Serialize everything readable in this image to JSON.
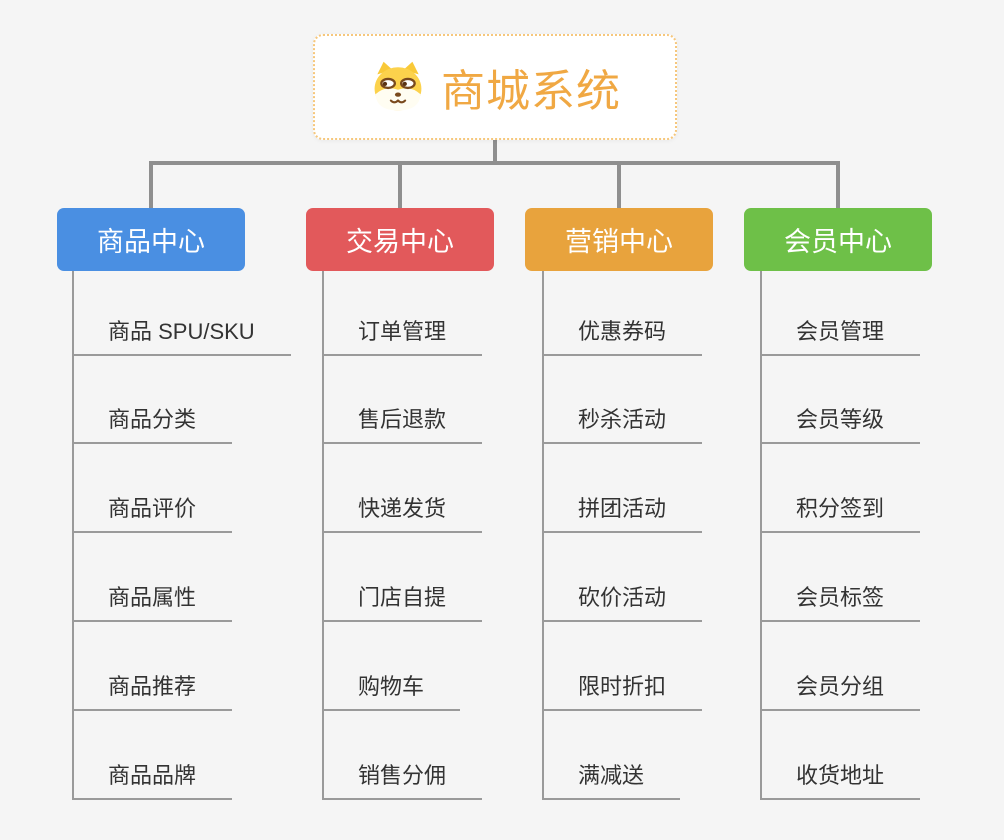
{
  "root": {
    "title": "商城系统",
    "icon": "dog-face-icon"
  },
  "branches": [
    {
      "label": "商品中心",
      "color": "#4a8fe2",
      "items": [
        "商品 SPU/SKU",
        "商品分类",
        "商品评价",
        "商品属性",
        "商品推荐",
        "商品品牌"
      ]
    },
    {
      "label": "交易中心",
      "color": "#e2595b",
      "items": [
        "订单管理",
        "售后退款",
        "快递发货",
        "门店自提",
        "购物车",
        "销售分佣"
      ]
    },
    {
      "label": "营销中心",
      "color": "#e8a33d",
      "items": [
        "优惠券码",
        "秒杀活动",
        "拼团活动",
        "砍价活动",
        "限时折扣",
        "满减送"
      ]
    },
    {
      "label": "会员中心",
      "color": "#6ec048",
      "items": [
        "会员管理",
        "会员等级",
        "积分签到",
        "会员标签",
        "会员分组",
        "收货地址"
      ]
    }
  ],
  "colors": {
    "background": "#f5f5f5",
    "root_accent": "#f0a843",
    "root_border": "#f6c77c",
    "connector": "#8f8f8f",
    "leaf_line": "#9a9a9a",
    "leaf_text": "#333333"
  }
}
